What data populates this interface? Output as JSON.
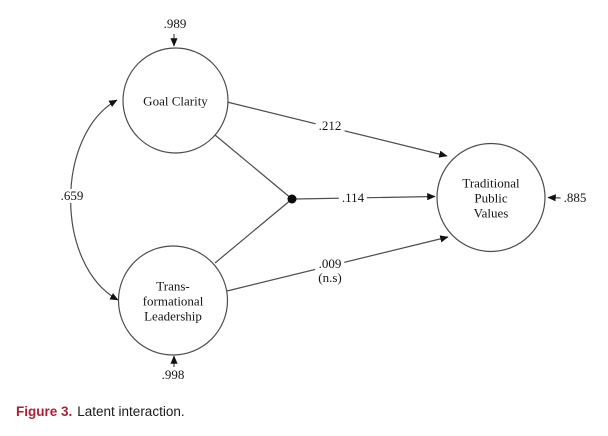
{
  "figure": {
    "caption_label": "Figure 3.",
    "caption_text": "Latent interaction."
  },
  "diagram": {
    "nodes": {
      "goal_clarity": {
        "label": "Goal Clarity",
        "error_value": ".989"
      },
      "transformational_leadership": {
        "label_lines": [
          "Trans-",
          "formational",
          "Leadership"
        ],
        "error_value": ".998"
      },
      "traditional_public_values": {
        "label_lines": [
          "Traditional",
          "Public",
          "Values"
        ],
        "error_value": ".885"
      }
    },
    "paths": {
      "covariance_gc_tl": {
        "value": ".659"
      },
      "gc_to_tpv": {
        "value": ".212"
      },
      "interaction_to_tpv": {
        "value": ".114"
      },
      "tl_to_tpv": {
        "value": ".009",
        "note": "(n.s)"
      }
    },
    "colors": {
      "line": "#4d4d4d",
      "arrowhead": "#111111",
      "caption_accent": "#ae1e32"
    }
  }
}
